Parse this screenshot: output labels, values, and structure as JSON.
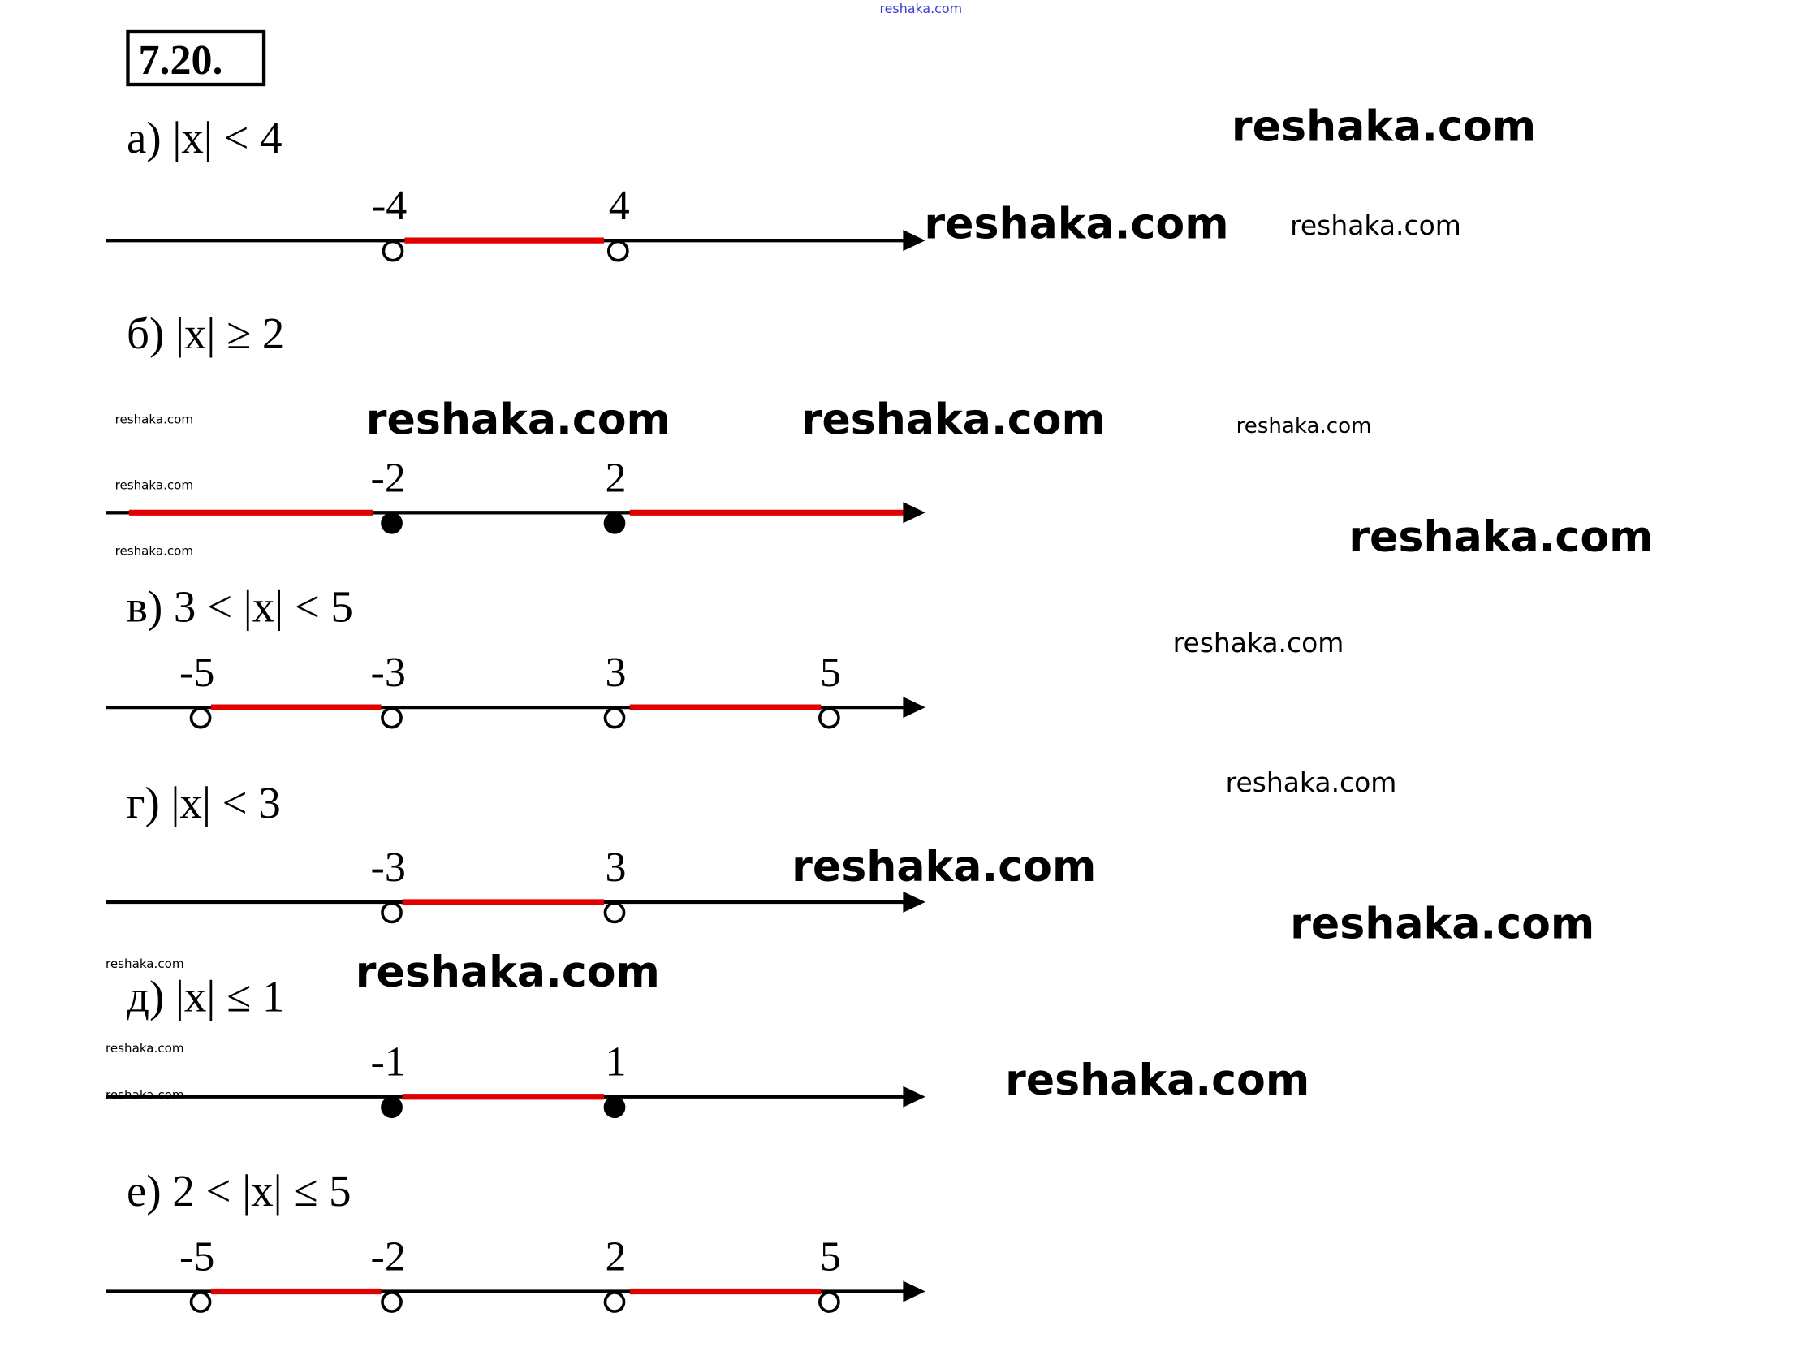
{
  "header": {
    "problem_number": "7.20.",
    "top_watermark": "reshaka.com"
  },
  "colors": {
    "axis": "#000000",
    "solution": "#e00000",
    "watermark_top": "#3a3ad0"
  },
  "problems": [
    {
      "label": "а) |x| < 4",
      "ticks": [
        {
          "label": "-4",
          "closed": false
        },
        {
          "label": "4",
          "closed": false
        }
      ],
      "shaded": "between"
    },
    {
      "label": "б) |x| ≥ 2",
      "ticks": [
        {
          "label": "-2",
          "closed": true
        },
        {
          "label": "2",
          "closed": true
        }
      ],
      "shaded": "outside"
    },
    {
      "label": "в) 3 < |x| < 5",
      "ticks": [
        {
          "label": "-5",
          "closed": false
        },
        {
          "label": "-3",
          "closed": false
        },
        {
          "label": "3",
          "closed": false
        },
        {
          "label": "5",
          "closed": false
        }
      ],
      "shaded": "two-intervals"
    },
    {
      "label": "г) |x| < 3",
      "ticks": [
        {
          "label": "-3",
          "closed": false
        },
        {
          "label": "3",
          "closed": false
        }
      ],
      "shaded": "between"
    },
    {
      "label": "д) |x| ≤ 1",
      "ticks": [
        {
          "label": "-1",
          "closed": true
        },
        {
          "label": "1",
          "closed": true
        }
      ],
      "shaded": "between"
    },
    {
      "label": "е) 2 < |x| ≤ 5",
      "ticks": [
        {
          "label": "-5",
          "closed": false
        },
        {
          "label": "-2",
          "closed": false
        },
        {
          "label": "2",
          "closed": false
        },
        {
          "label": "5",
          "closed": false
        }
      ],
      "shaded": "two-intervals"
    }
  ],
  "watermarks": [
    "reshaka.com",
    "reshaka.com",
    "reshaka.com",
    "reshaka.com",
    "reshaka.com",
    "reshaka.com",
    "reshaka.com",
    "reshaka.com",
    "reshaka.com",
    "reshaka.com",
    "reshaka.com",
    "reshaka.com",
    "reshaka.com",
    "reshaka.com",
    "reshaka.com",
    "reshaka.com",
    "reshaka.com",
    "reshaka.com",
    "reshaka.com"
  ]
}
